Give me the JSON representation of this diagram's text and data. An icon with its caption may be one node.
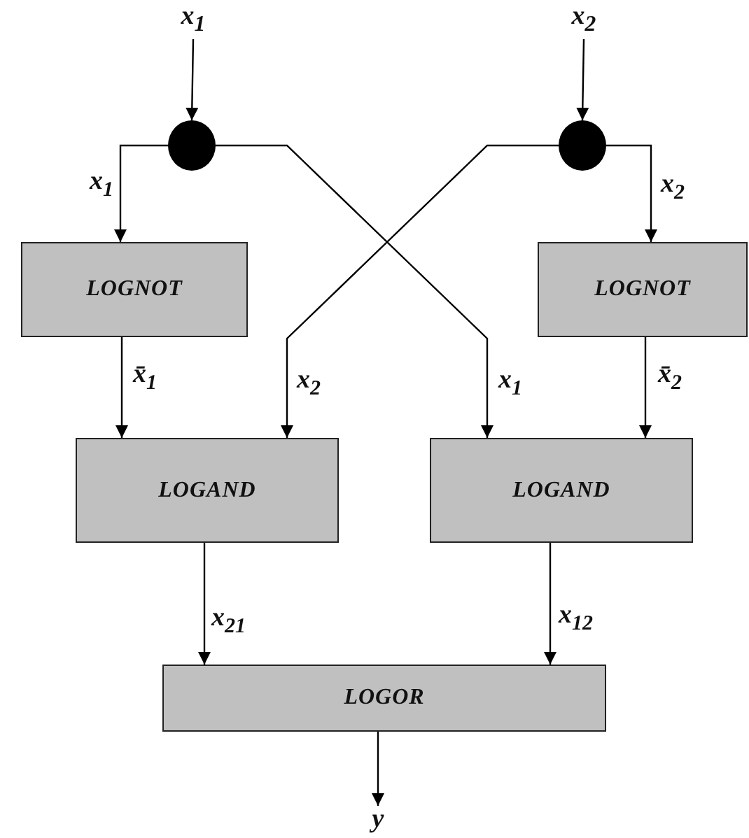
{
  "diagram": {
    "nodes": [
      {
        "text": [
          "x$_{1}$"
        ]
      },
      {
        "text": [
          "x$_{2}$"
        ]
      },
      {
        "text": [],
        "shape": "circle"
      },
      {
        "text": [],
        "shape": "circle"
      },
      {
        "text": [
          "LOGNOT"
        ]
      },
      {
        "text": [
          "LOGNOT"
        ]
      },
      {
        "text": [
          "LOGAND"
        ]
      },
      {
        "text": [
          "LOGAND"
        ]
      },
      {
        "text": [
          "LOGOR"
        ]
      },
      {
        "text": [
          "y"
        ]
      }
    ],
    "edges": [
      {
        "from": 0,
        "to": 2,
        "arrow": "to"
      },
      {
        "from": 1,
        "to": 3,
        "arrow": "to"
      },
      {
        "from": 2,
        "to": 4,
        "arrow": "to",
        "label": "x$_{1}$"
      },
      {
        "from": 3,
        "to": 5,
        "arrow": "to",
        "label": "x$_{2}$"
      },
      {
        "from": 2,
        "to": 7,
        "arrow": "to",
        "label": "x$_{1}$"
      },
      {
        "from": 3,
        "to": 6,
        "arrow": "to",
        "label": "x$_{2}$"
      },
      {
        "from": 4,
        "to": 6,
        "arrow": "to",
        "label": "x̄$_{1}$"
      },
      {
        "from": 5,
        "to": 7,
        "arrow": "to",
        "label": "x̄$_{2}$"
      },
      {
        "from": 6,
        "to": 8,
        "arrow": "to",
        "label": "x$_{21}$"
      },
      {
        "from": 7,
        "to": 8,
        "arrow": "to",
        "label": "x$_{12}$"
      },
      {
        "from": 8,
        "to": 9,
        "arrow": "to"
      }
    ]
  }
}
